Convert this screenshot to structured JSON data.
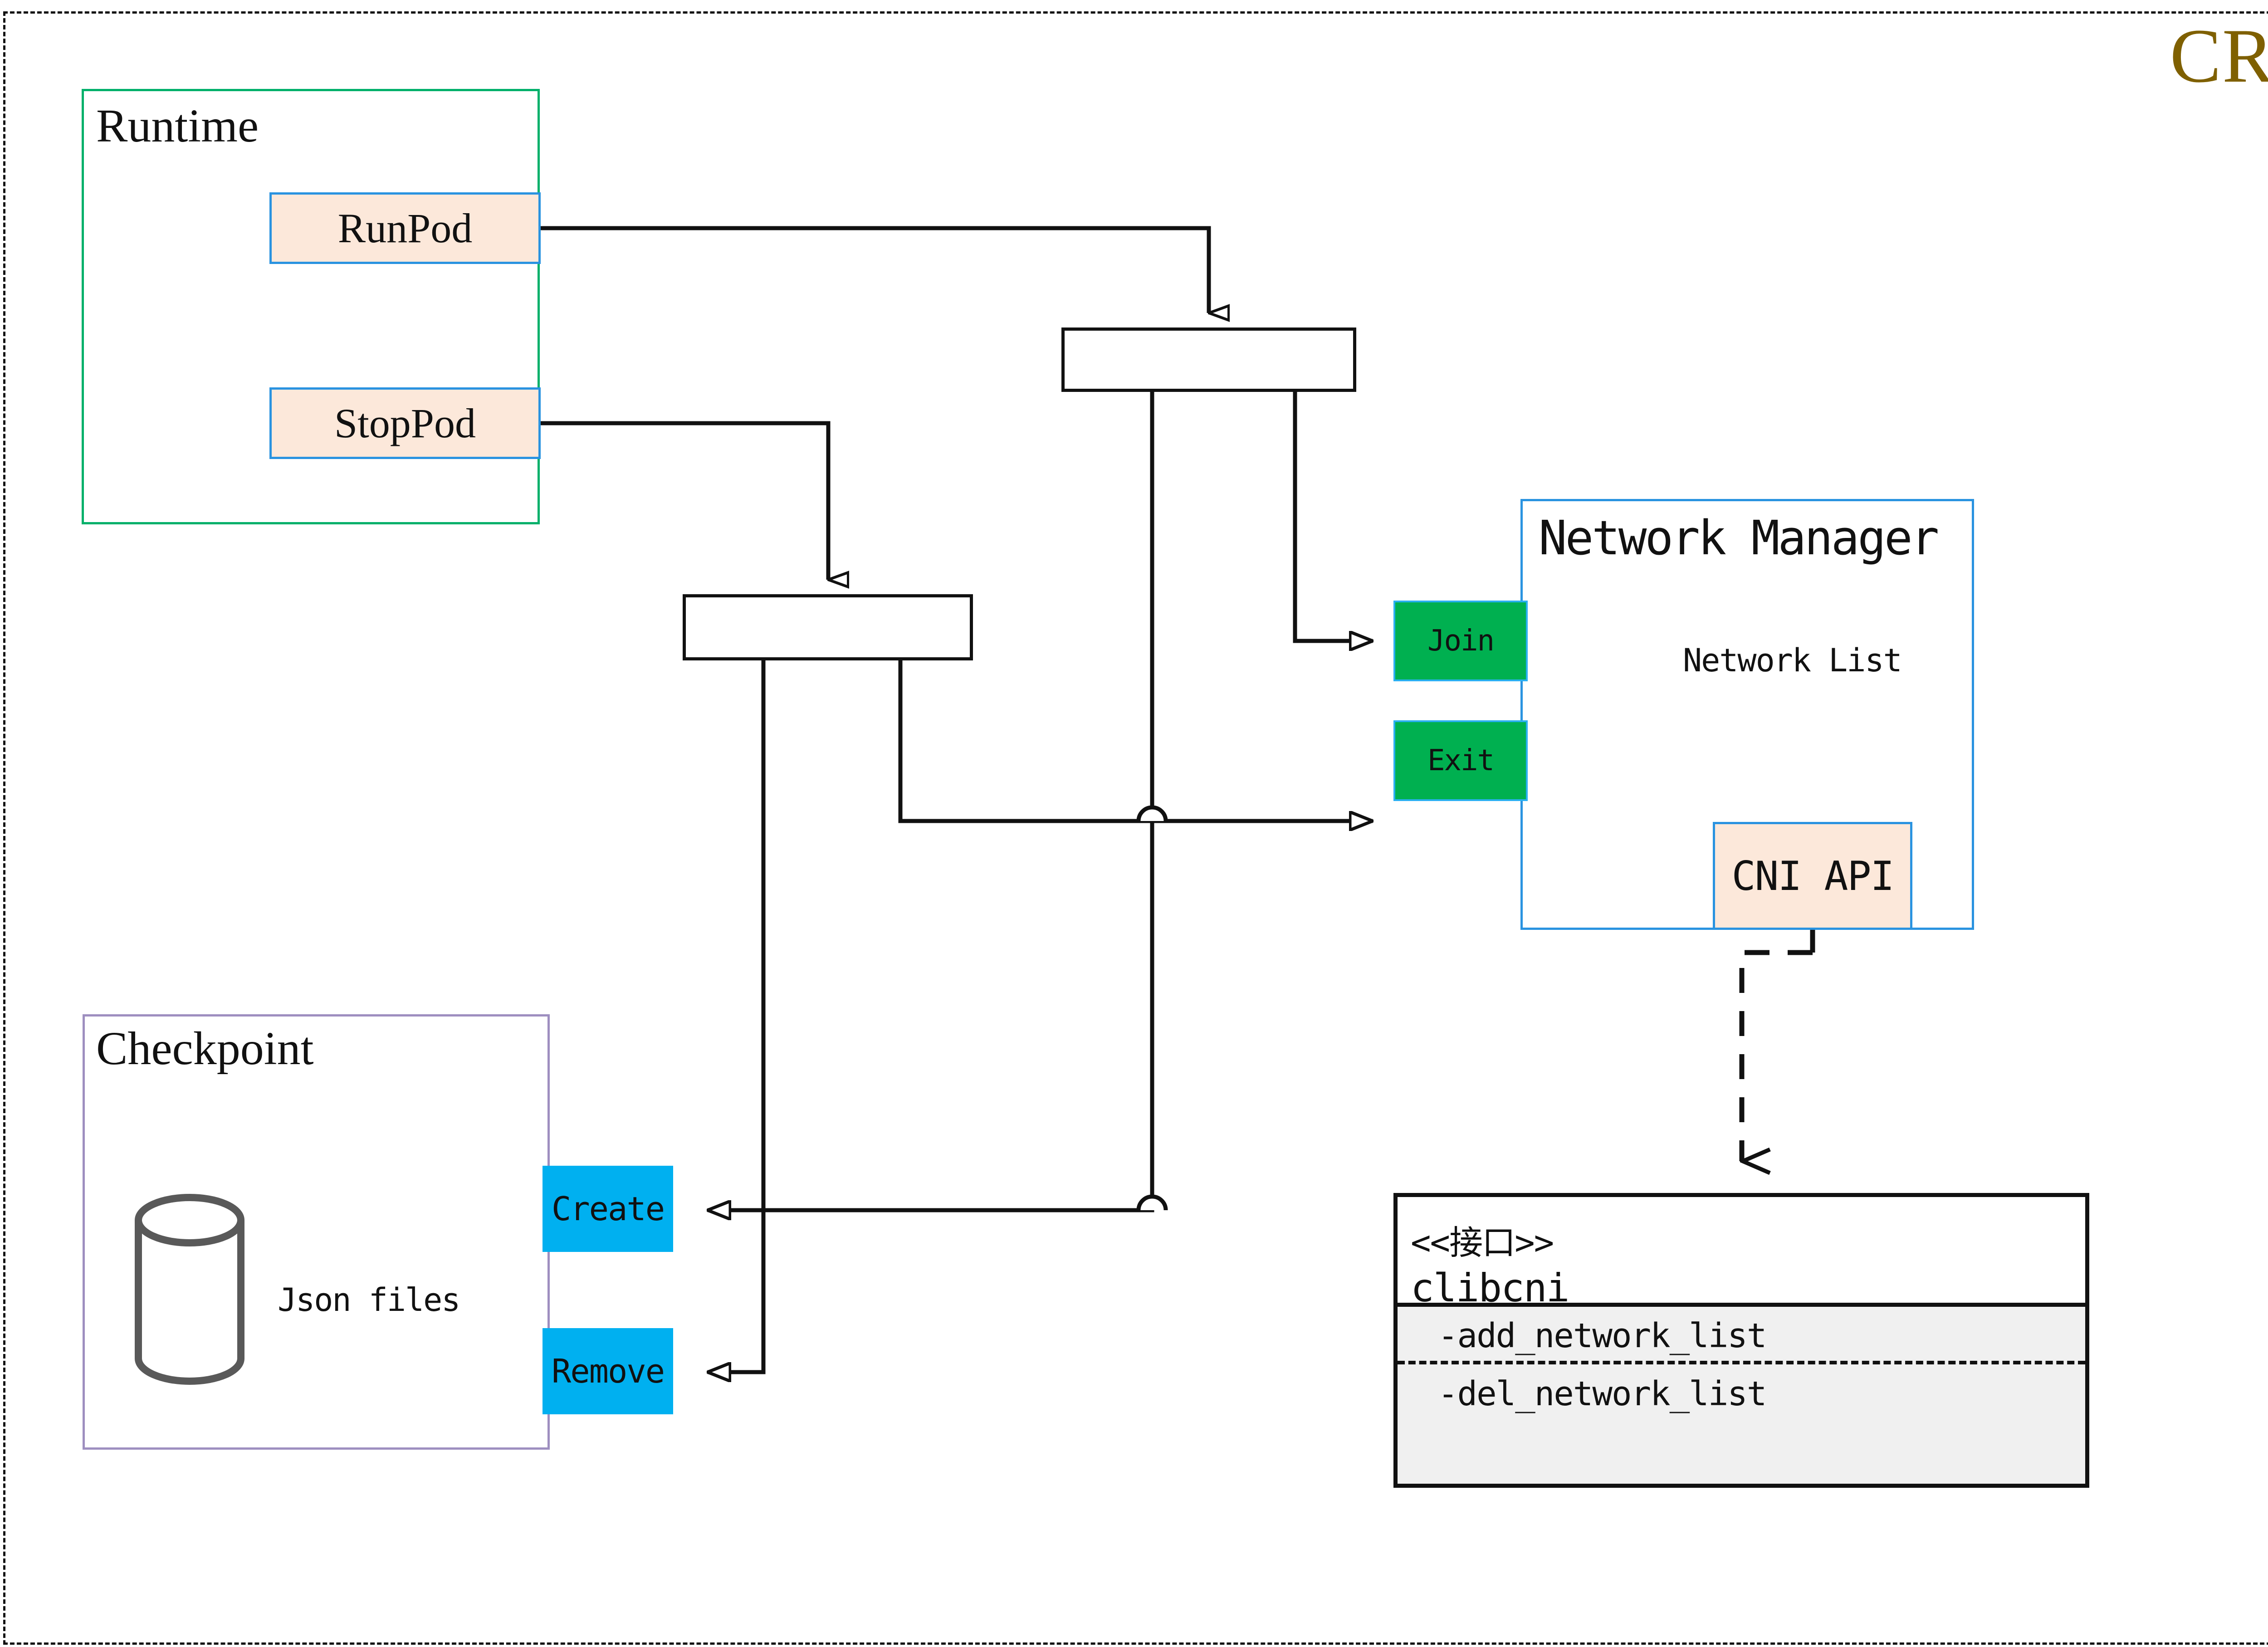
{
  "title": "CRI",
  "title_color": "#7f6000",
  "colors": {
    "frame_dash": "#111111",
    "runtime_border": "#00b06a",
    "checkpoint_border": "#9e8fc0",
    "netmgr_border": "#2a93e0",
    "peach_fill": "#fce8da",
    "peach_border": "#2a93e0",
    "green_fill": "#00b050",
    "cyan_fill": "#00b0f0",
    "interface_border": "#111111",
    "interface_ops_fill": "#f0f0f0",
    "cylinder_stroke": "#595959"
  },
  "runtime": {
    "label": "Runtime",
    "methods": [
      {
        "name": "runpod",
        "label": "RunPod"
      },
      {
        "name": "stoppod",
        "label": "StopPod"
      }
    ]
  },
  "checkpoint": {
    "label": "Checkpoint",
    "store_label": "Json files",
    "actions": [
      {
        "name": "create",
        "label": "Create"
      },
      {
        "name": "remove",
        "label": "Remove"
      }
    ]
  },
  "network_manager": {
    "label": "Network Manager",
    "store_label": "Network List",
    "ports": [
      {
        "name": "join",
        "label": "Join"
      },
      {
        "name": "exit",
        "label": "Exit"
      }
    ],
    "api_label": "CNI API"
  },
  "interface": {
    "stereotype": "<<接口>>",
    "name": "clibcni",
    "operations": [
      "-add_network_list",
      "-del_network_list"
    ]
  },
  "fork_bars": [
    {
      "name": "fork-bar-runpod"
    },
    {
      "name": "fork-bar-stoppod"
    }
  ]
}
